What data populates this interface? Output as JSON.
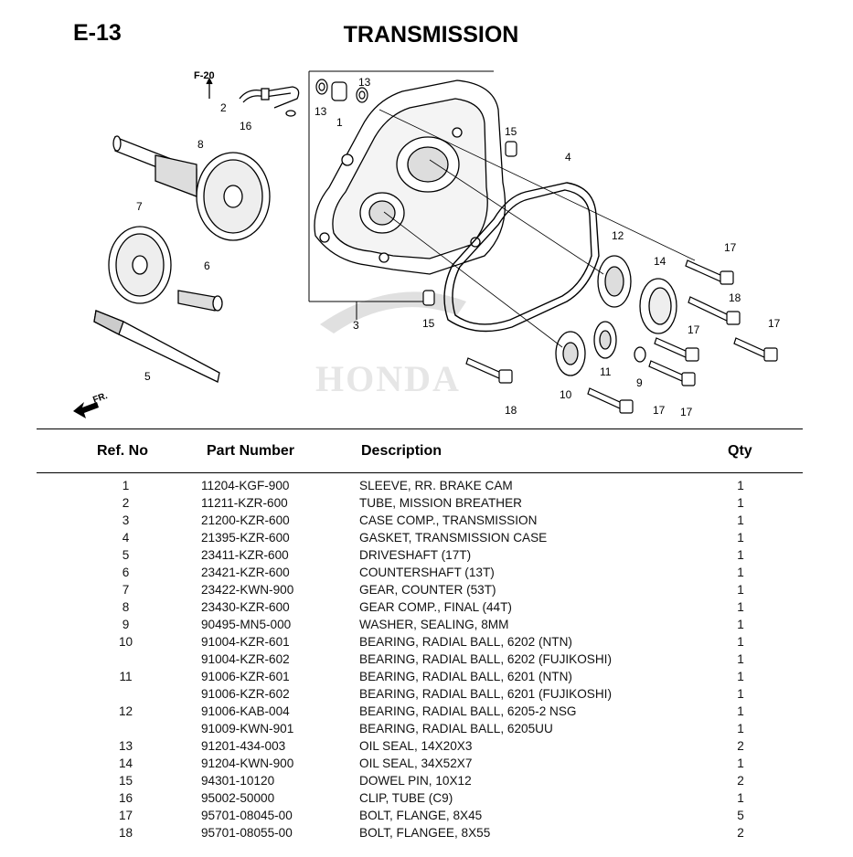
{
  "header": {
    "code": "E-13",
    "title": "TRANSMISSION"
  },
  "diagram": {
    "callouts": {
      "f20": "F-20",
      "fr": "FR.",
      "c1": "1",
      "c2": "2",
      "c3": "3",
      "c4": "4",
      "c5": "5",
      "c6": "6",
      "c7": "7",
      "c8": "8",
      "c9": "9",
      "c10": "10",
      "c11": "11",
      "c12": "12",
      "c13a": "13",
      "c13b": "13",
      "c14": "14",
      "c15a": "15",
      "c15b": "15",
      "c16": "16",
      "c17a": "17",
      "c17b": "17",
      "c17c": "17",
      "c17d": "17",
      "c17e": "17",
      "c18a": "18",
      "c18b": "18"
    },
    "watermark": "HONDA"
  },
  "table": {
    "headers": {
      "ref": "Ref. No",
      "part": "Part Number",
      "desc": "Description",
      "qty": "Qty"
    },
    "rows": [
      {
        "ref": "1",
        "part": "11204-KGF-900",
        "desc": "SLEEVE, RR. BRAKE CAM",
        "qty": "1"
      },
      {
        "ref": "2",
        "part": "11211-KZR-600",
        "desc": "TUBE, MISSION BREATHER",
        "qty": "1"
      },
      {
        "ref": "3",
        "part": "21200-KZR-600",
        "desc": "CASE COMP., TRANSMISSION",
        "qty": "1"
      },
      {
        "ref": "4",
        "part": "21395-KZR-600",
        "desc": "GASKET, TRANSMISSION CASE",
        "qty": "1"
      },
      {
        "ref": "5",
        "part": "23411-KZR-600",
        "desc": "DRIVESHAFT (17T)",
        "qty": "1"
      },
      {
        "ref": "6",
        "part": "23421-KZR-600",
        "desc": "COUNTERSHAFT (13T)",
        "qty": "1"
      },
      {
        "ref": "7",
        "part": "23422-KWN-900",
        "desc": "GEAR, COUNTER (53T)",
        "qty": "1"
      },
      {
        "ref": "8",
        "part": "23430-KZR-600",
        "desc": "GEAR COMP., FINAL (44T)",
        "qty": "1"
      },
      {
        "ref": "9",
        "part": "90495-MN5-000",
        "desc": "WASHER, SEALING, 8MM",
        "qty": "1"
      },
      {
        "ref": "10",
        "part": "91004-KZR-601",
        "desc": "BEARING, RADIAL BALL, 6202 (NTN)",
        "qty": "1"
      },
      {
        "ref": "",
        "part": "91004-KZR-602",
        "desc": "BEARING, RADIAL BALL, 6202 (FUJIKOSHI)",
        "qty": "1"
      },
      {
        "ref": "11",
        "part": "91006-KZR-601",
        "desc": "BEARING, RADIAL BALL, 6201 (NTN)",
        "qty": "1"
      },
      {
        "ref": "",
        "part": "91006-KZR-602",
        "desc": "BEARING, RADIAL BALL, 6201 (FUJIKOSHI)",
        "qty": "1"
      },
      {
        "ref": "12",
        "part": "91006-KAB-004",
        "desc": "BEARING, RADIAL BALL, 6205-2 NSG",
        "qty": "1"
      },
      {
        "ref": "",
        "part": "91009-KWN-901",
        "desc": "BEARING, RADIAL BALL, 6205UU",
        "qty": "1"
      },
      {
        "ref": "13",
        "part": "91201-434-003",
        "desc": "OIL SEAL, 14X20X3",
        "qty": "2"
      },
      {
        "ref": "14",
        "part": "91204-KWN-900",
        "desc": "OIL SEAL, 34X52X7",
        "qty": "1"
      },
      {
        "ref": "15",
        "part": "94301-10120",
        "desc": "DOWEL PIN, 10X12",
        "qty": "2"
      },
      {
        "ref": "16",
        "part": "95002-50000",
        "desc": "CLIP, TUBE (C9)",
        "qty": "1"
      },
      {
        "ref": "17",
        "part": "95701-08045-00",
        "desc": "BOLT, FLANGE, 8X45",
        "qty": "5"
      },
      {
        "ref": "18",
        "part": "95701-08055-00",
        "desc": "BOLT, FLANGEE, 8X55",
        "qty": "2"
      }
    ]
  }
}
